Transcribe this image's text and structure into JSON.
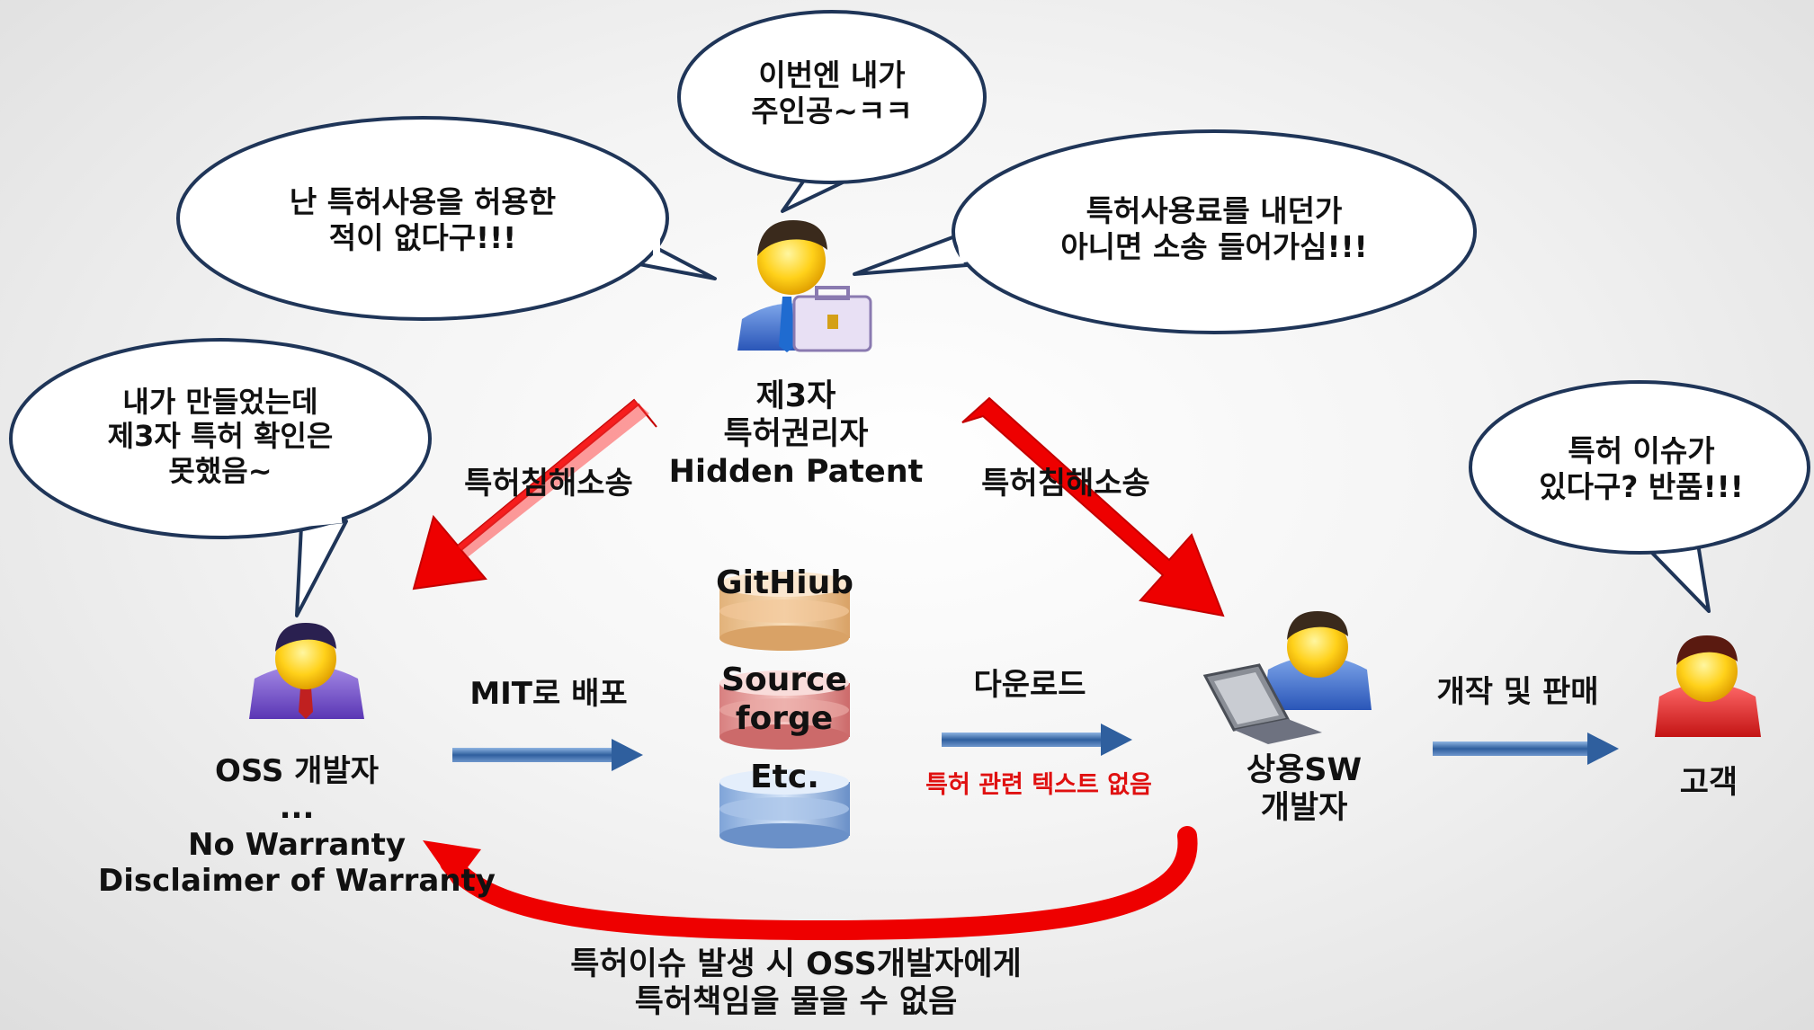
{
  "bubbles": {
    "protagonist": "이번엔 내가\n주인공~ㅋㅋ",
    "never_allowed": "난 특허사용을 허용한\n적이 없다구!!!",
    "pay_or_sue": "특허사용료를 내던가\n아니면 소송 들어가심!!!",
    "oss_dev": "내가 만들었는데\n제3자 특허 확인은\n못했음~",
    "customer": "특허 이슈가\n있다구? 반품!!!"
  },
  "actors": {
    "patent_holder": "제3자\n특허권리자\nHidden Patent",
    "oss_developer": "OSS 개발자\n...\nNo Warranty\nDisclaimer of Warranty",
    "commercial_developer": "상용SW\n개발자",
    "customer": "고객"
  },
  "repositories": [
    "GitHiub",
    "Source forge",
    "Etc."
  ],
  "flows": {
    "lawsuit_left": "특허침해소송",
    "lawsuit_right": "특허침해소송",
    "mit_distribute": "MIT로 배포",
    "download": "다운로드",
    "no_patent_text": "특허 관련 텍스트 없음",
    "modify_sell": "개작 및 판매",
    "no_liability": "특허이슈 발생 시 OSS개발자에게\n특허책임을 물을 수 없음"
  },
  "colors": {
    "red_arrow": "#ee0000",
    "blue_arrow": "#3a6aa8",
    "bubble_fill": "#ffffff",
    "bubble_stroke": "#1f3558",
    "red_text": "#e01010"
  },
  "icons": {
    "patent_holder": "businessman-with-briefcase-icon",
    "oss_developer": "purple-user-icon",
    "commercial_developer": "user-with-laptop-icon",
    "customer": "red-user-icon",
    "repository": "database-stack-icon"
  }
}
